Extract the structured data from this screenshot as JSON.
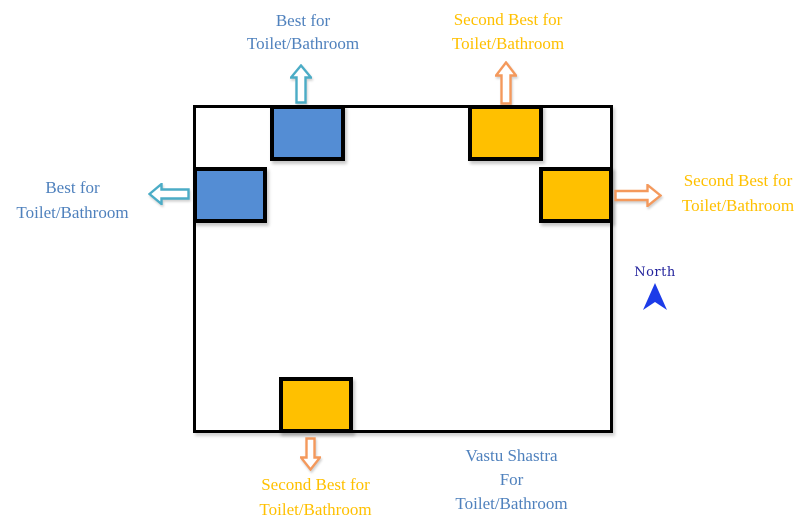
{
  "diagram": {
    "region_labels": {
      "north_best": {
        "line1": "Best for",
        "line2": "Toilet/Bathroom"
      },
      "north_second_best": {
        "line1": "Second Best for",
        "line2": "Toilet/Bathroom"
      },
      "west_best": {
        "line1": "Best for",
        "line2": "Toilet/Bathroom"
      },
      "east_second_best": {
        "line1": "Second Best for",
        "line2": "Toilet/Bathroom"
      },
      "south_second_best": {
        "line1": "Second Best for",
        "line2": "Toilet/Bathroom"
      }
    },
    "compass": {
      "label": "North"
    },
    "caption": {
      "line1": "Vastu Shastra",
      "line2": "For",
      "line3": "Toilet/Bathroom"
    },
    "colors": {
      "best_zone_fill": "#548DD4",
      "second_best_zone_fill": "#FFC000",
      "best_label_text": "#4F81BD",
      "second_best_label_text": "#FFC000",
      "best_arrow": "#4BACC6",
      "second_best_arrow": "#F4995C",
      "north_label_text": "#22229C",
      "north_arrow": "#1C3BE8",
      "outline": "#000000"
    }
  }
}
